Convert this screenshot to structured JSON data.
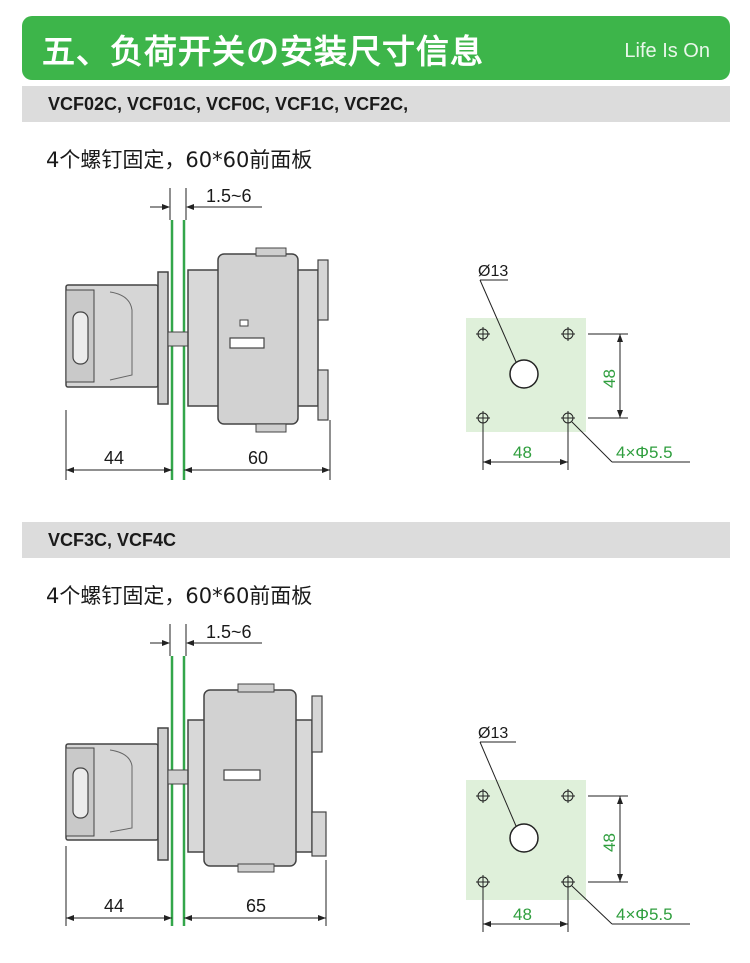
{
  "header": {
    "title": "五、负荷开关の安装尺寸信息",
    "tagline": "Life Is On",
    "color": "#3db54a"
  },
  "sections": [
    {
      "models": "VCF02C, VCF01C, VCF0C, VCF1C, VCF2C,",
      "caption": "4个螺钉固定，60*60前面板",
      "dim_panel": "1.5~6",
      "dim_front": "44",
      "dim_back": "60",
      "hole_dia": "Ø13",
      "cutout_w": "48",
      "cutout_h": "48",
      "screw_holes": "4×Φ5.5"
    },
    {
      "models": "VCF3C, VCF4C",
      "caption": "4个螺钉固定，60*60前面板",
      "dim_panel": "1.5~6",
      "dim_front": "44",
      "dim_back": "65",
      "hole_dia": "Ø13",
      "cutout_w": "48",
      "cutout_h": "48",
      "screw_holes": "4×Φ5.5"
    }
  ],
  "colors": {
    "panel_fill": "#dff0da",
    "green_line": "#33a64a",
    "body_fill": "#d8d8d8"
  }
}
